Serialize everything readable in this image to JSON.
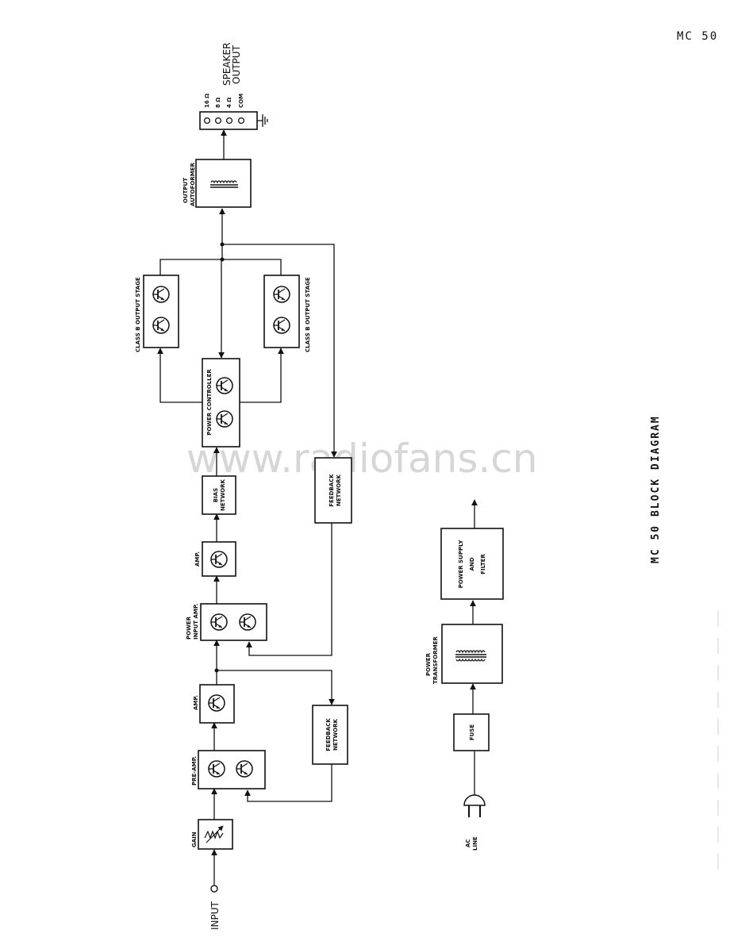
{
  "page_number": "MC 50",
  "title": "MC 50 BLOCK DIAGRAM",
  "watermark": "www.radiofans.cn",
  "blocks": {
    "gain": "GAIN",
    "pre_amp": "PRE-AMP.",
    "amp1": "AMP.",
    "feedback_lower_l1": "FEEDBACK",
    "feedback_lower_l2": "NETWORK",
    "power_input_amp_l1": "POWER",
    "power_input_amp_l2": "INPUT AMP.",
    "amp2": "AMP.",
    "bias_l1": "BIAS",
    "bias_l2": "NETWORK",
    "feedback_upper_l1": "FEEDBACK",
    "feedback_upper_l2": "NETWORK",
    "power_controller": "POWER CONTROLLER",
    "class_b_left": "CLASS B OUTPUT STAGE",
    "class_b_right": "CLASS B OUTPUT STAGE",
    "autoformer_l1": "OUTPUT",
    "autoformer_l2": "AUTOFORMER",
    "fuse": "FUSE",
    "power_transformer_l1": "POWER",
    "power_transformer_l2": "TRANSFORMER",
    "psu_l1": "POWER SUPPLY",
    "psu_l2": "AND",
    "psu_l3": "FILTER"
  },
  "terminals": {
    "input": "INPUT",
    "ac_line_l1": "AC",
    "ac_line_l2": "LINE",
    "speaker_l1": "SPEAKER",
    "speaker_l2": "OUTPUT",
    "tap_16": "16 Ω",
    "tap_8": "8 Ω",
    "tap_4": "4 Ω",
    "tap_com": "COM"
  }
}
